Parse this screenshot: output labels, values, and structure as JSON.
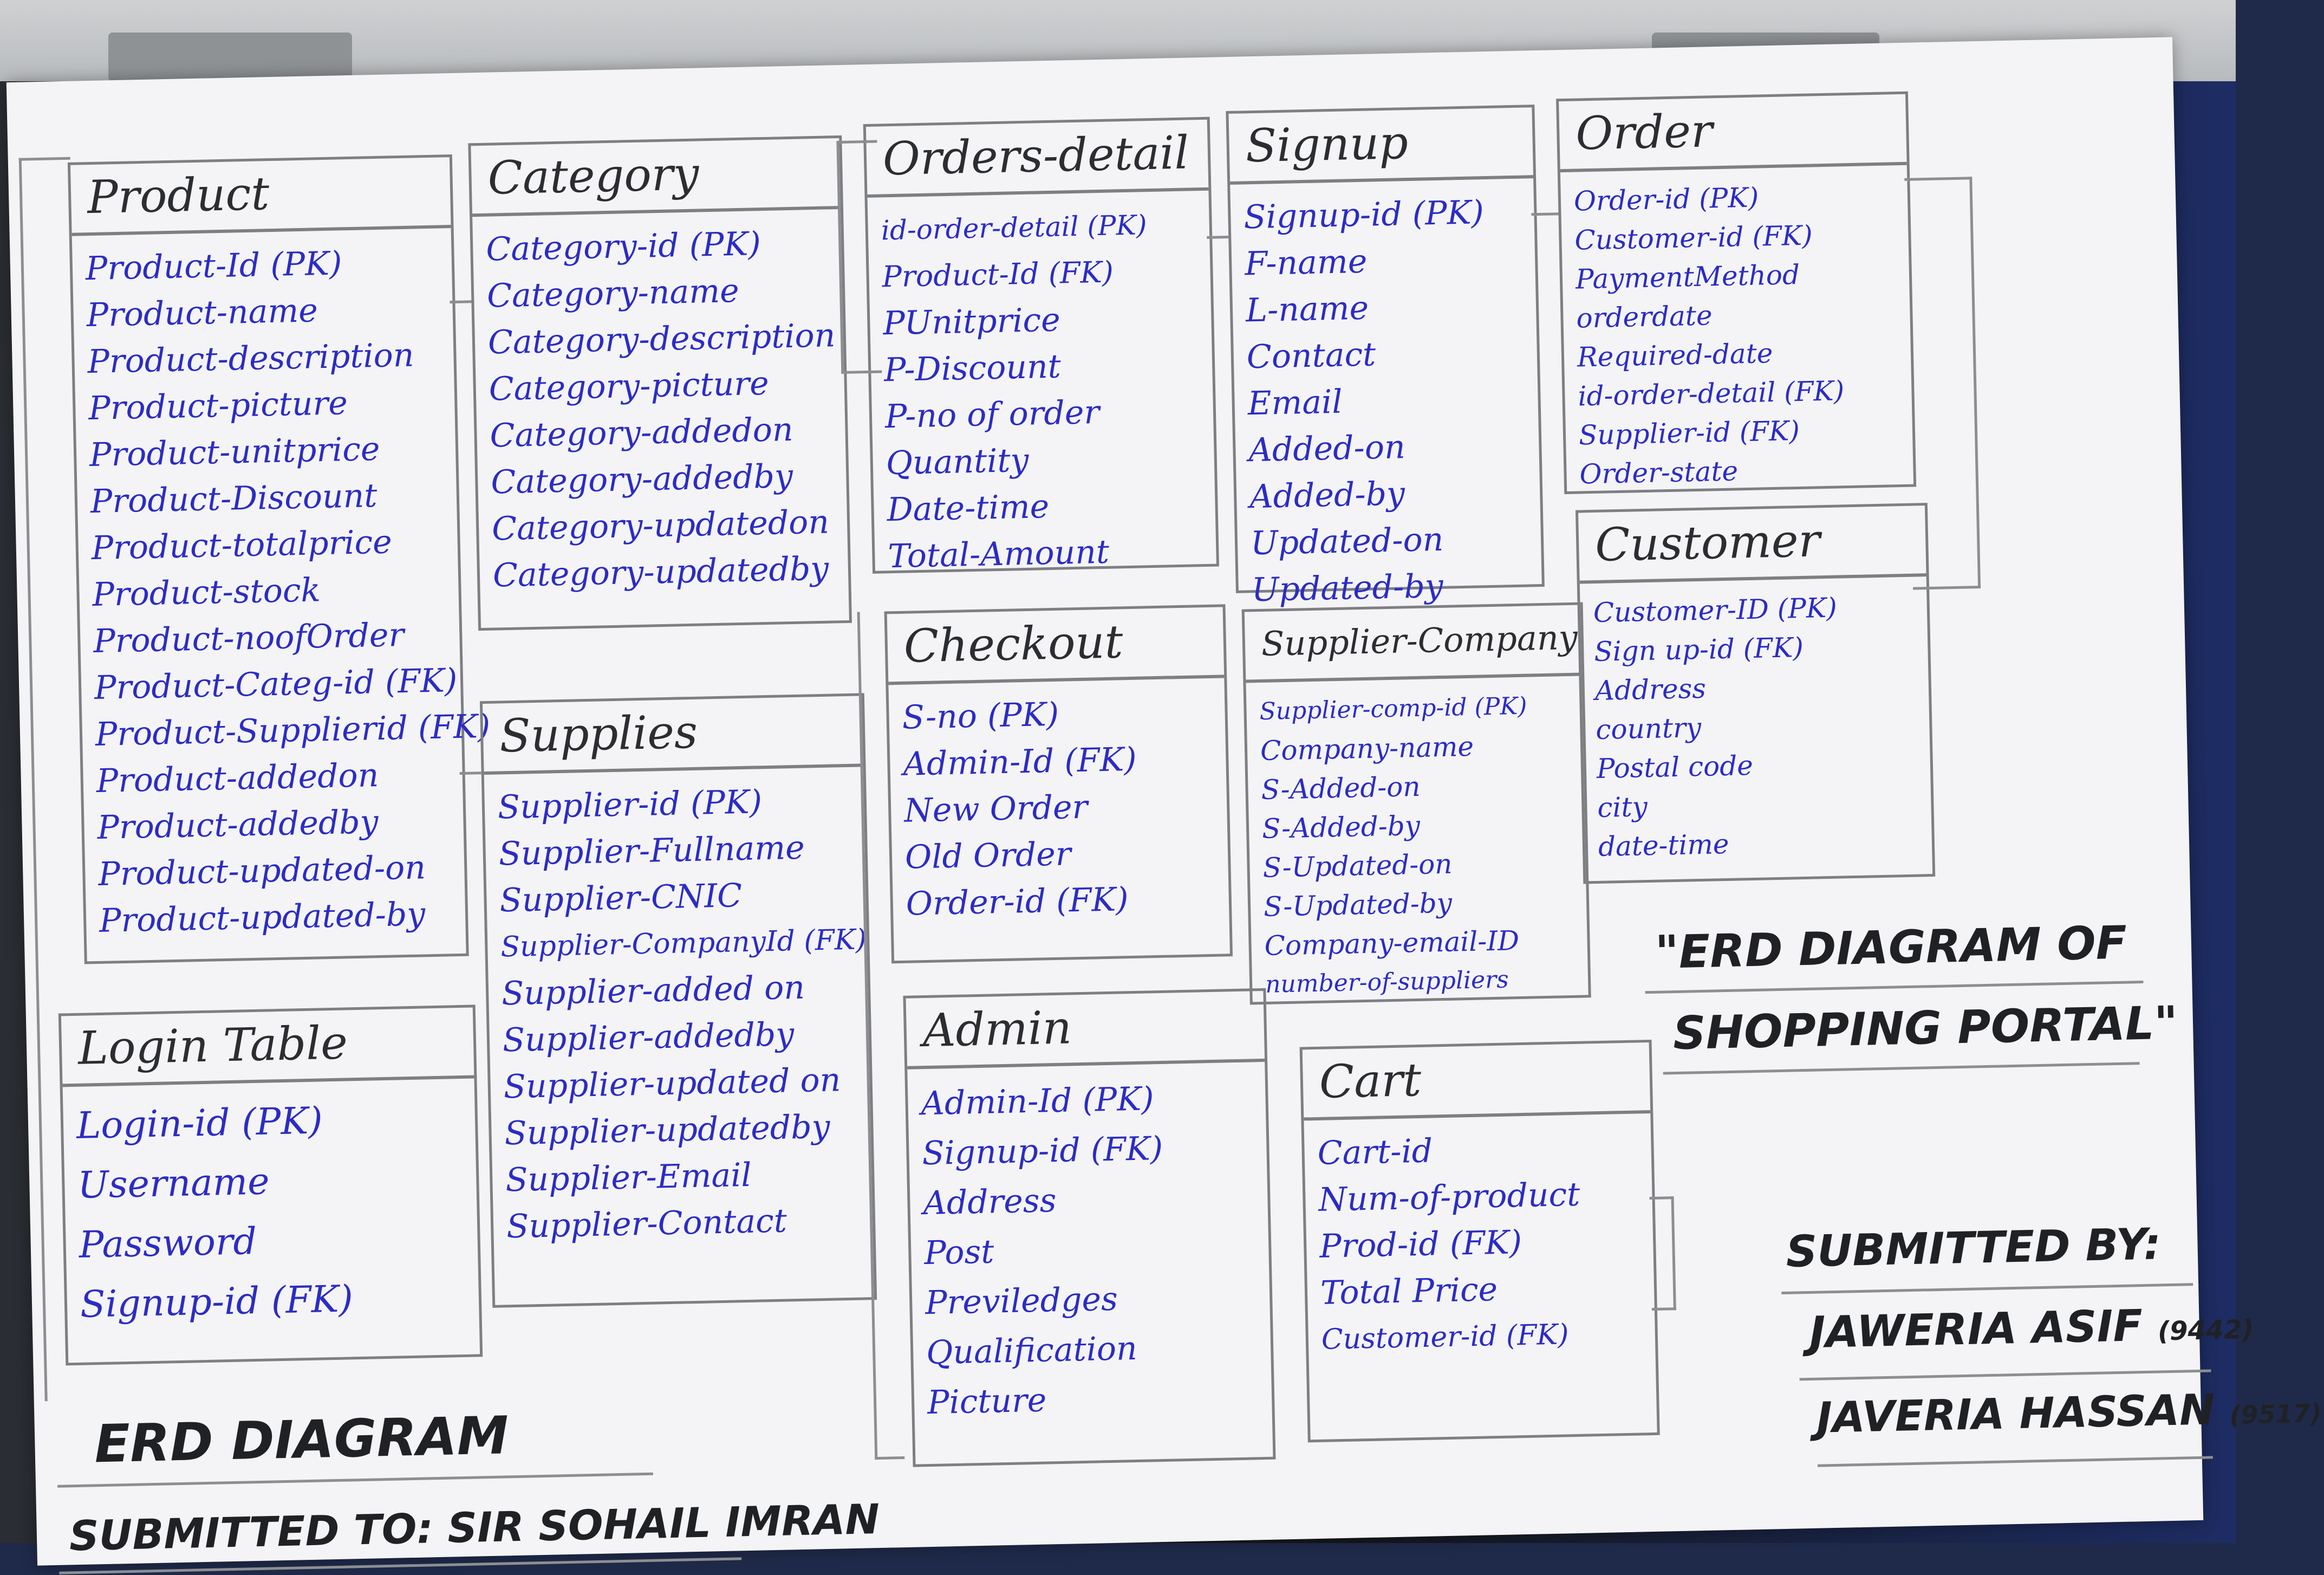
{
  "entities": {
    "product": {
      "title": "Product",
      "attributes": [
        "Product-Id (PK)",
        "Product-name",
        "Product-description",
        "Product-picture",
        "Product-unitprice",
        "Product-Discount",
        "Product-totalprice",
        "Product-stock",
        "Product-noofOrder",
        "Product-Categ-id (FK)",
        "Product-Supplierid (FK)",
        "Product-addedon",
        "Product-addedby",
        "Product-updated-on",
        "Product-updated-by"
      ]
    },
    "category": {
      "title": "Category",
      "attributes": [
        "Category-id (PK)",
        "Category-name",
        "Category-description",
        "Category-picture",
        "Category-addedon",
        "Category-addedby",
        "Category-updatedon",
        "Category-updatedby"
      ]
    },
    "orders_detail": {
      "title": "Orders-detail",
      "attributes": [
        "id-order-detail (PK)",
        "Product-Id (FK)",
        "PUnitprice",
        "P-Discount",
        "P-no of order",
        "Quantity",
        "Date-time",
        "Total-Amount"
      ]
    },
    "signup": {
      "title": "Signup",
      "attributes": [
        "Signup-id (PK)",
        "F-name",
        "L-name",
        "Contact",
        "Email",
        "Added-on",
        "Added-by",
        "Updated-on",
        "Updated-by"
      ]
    },
    "order": {
      "title": "Order",
      "attributes": [
        "Order-id (PK)",
        "Customer-id (FK)",
        "PaymentMethod",
        "orderdate",
        "Required-date",
        "id-order-detail (FK)",
        "Supplier-id (FK)",
        "Order-state"
      ]
    },
    "customer": {
      "title": "Customer",
      "attributes": [
        "Customer-ID (PK)",
        "Sign up-id (FK)",
        "Address",
        "country",
        "Postal code",
        "city",
        "date-time"
      ]
    },
    "supplies": {
      "title": "Supplies",
      "attributes": [
        "Supplier-id (PK)",
        "Supplier-Fullname",
        "Supplier-CNIC",
        "Supplier-CompanyId (FK)",
        "Supplier-added on",
        "Supplier-addedby",
        "Supplier-updated on",
        "Supplier-updatedby",
        "Supplier-Email",
        "Supplier-Contact"
      ]
    },
    "checkout": {
      "title": "Checkout",
      "attributes": [
        "S-no (PK)",
        "Admin-Id (FK)",
        "New Order",
        "Old Order",
        "Order-id (FK)"
      ]
    },
    "supplier_company": {
      "title": "Supplier-Company",
      "attributes": [
        "Supplier-comp-id (PK)",
        "Company-name",
        "S-Added-on",
        "S-Added-by",
        "S-Updated-on",
        "S-Updated-by",
        "Company-email-ID",
        "number-of-suppliers"
      ]
    },
    "login": {
      "title": "Login Table",
      "attributes": [
        "Login-id (PK)",
        "Username",
        "Password",
        "Signup-id (FK)"
      ]
    },
    "admin": {
      "title": "Admin",
      "attributes": [
        "Admin-Id (PK)",
        "Signup-id (FK)",
        "Address",
        "Post",
        "Previledges",
        "Qualification",
        "Picture"
      ]
    },
    "cart": {
      "title": "Cart",
      "attributes": [
        "Cart-id",
        "Num-of-product",
        "Prod-id (FK)",
        "Total Price",
        "Customer-id (FK)"
      ]
    }
  },
  "captions": {
    "erd_title_line1": "\"ERD DIAGRAM OF",
    "erd_title_line2": "SHOPPING PORTAL\"",
    "erd_diagram": "ERD DIAGRAM",
    "submitted_to": "SUBMITTED TO: SIR SOHAIL IMRAN",
    "submitted_by": "SUBMITTED BY:",
    "student1": "JAWERIA ASIF",
    "student1_id": "(9442)",
    "student2": "JAVERIA HASSAN",
    "student2_id": "(9517)"
  },
  "colors": {
    "ink_blue": "#2c2cc4",
    "pencil": "#7d7f82",
    "paper": "#f4f4f6"
  }
}
